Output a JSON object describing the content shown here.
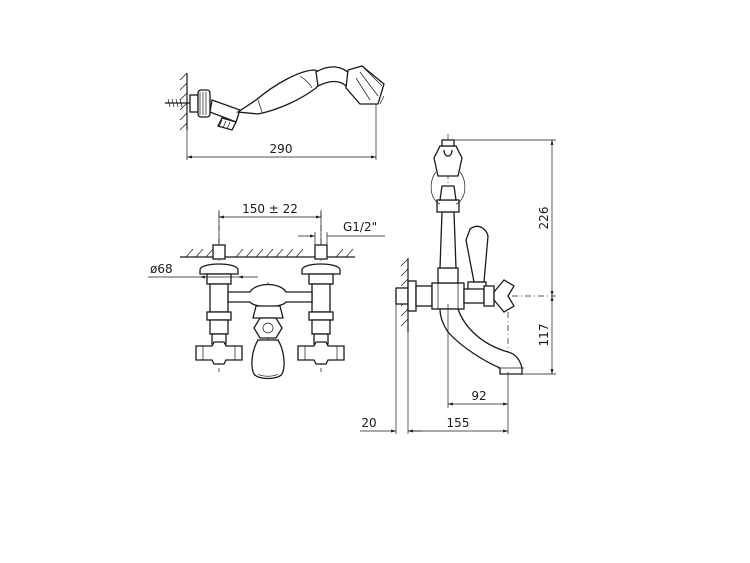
{
  "dimensions": {
    "handshower_length": "290",
    "center_distance": "150 ± 22",
    "thread_size": "G1/2\"",
    "flange_diameter": "ø68",
    "spout_height": "226",
    "spout_lower_height": "117",
    "spout_reach": "92",
    "wall_offset": "20",
    "total_depth": "155"
  }
}
